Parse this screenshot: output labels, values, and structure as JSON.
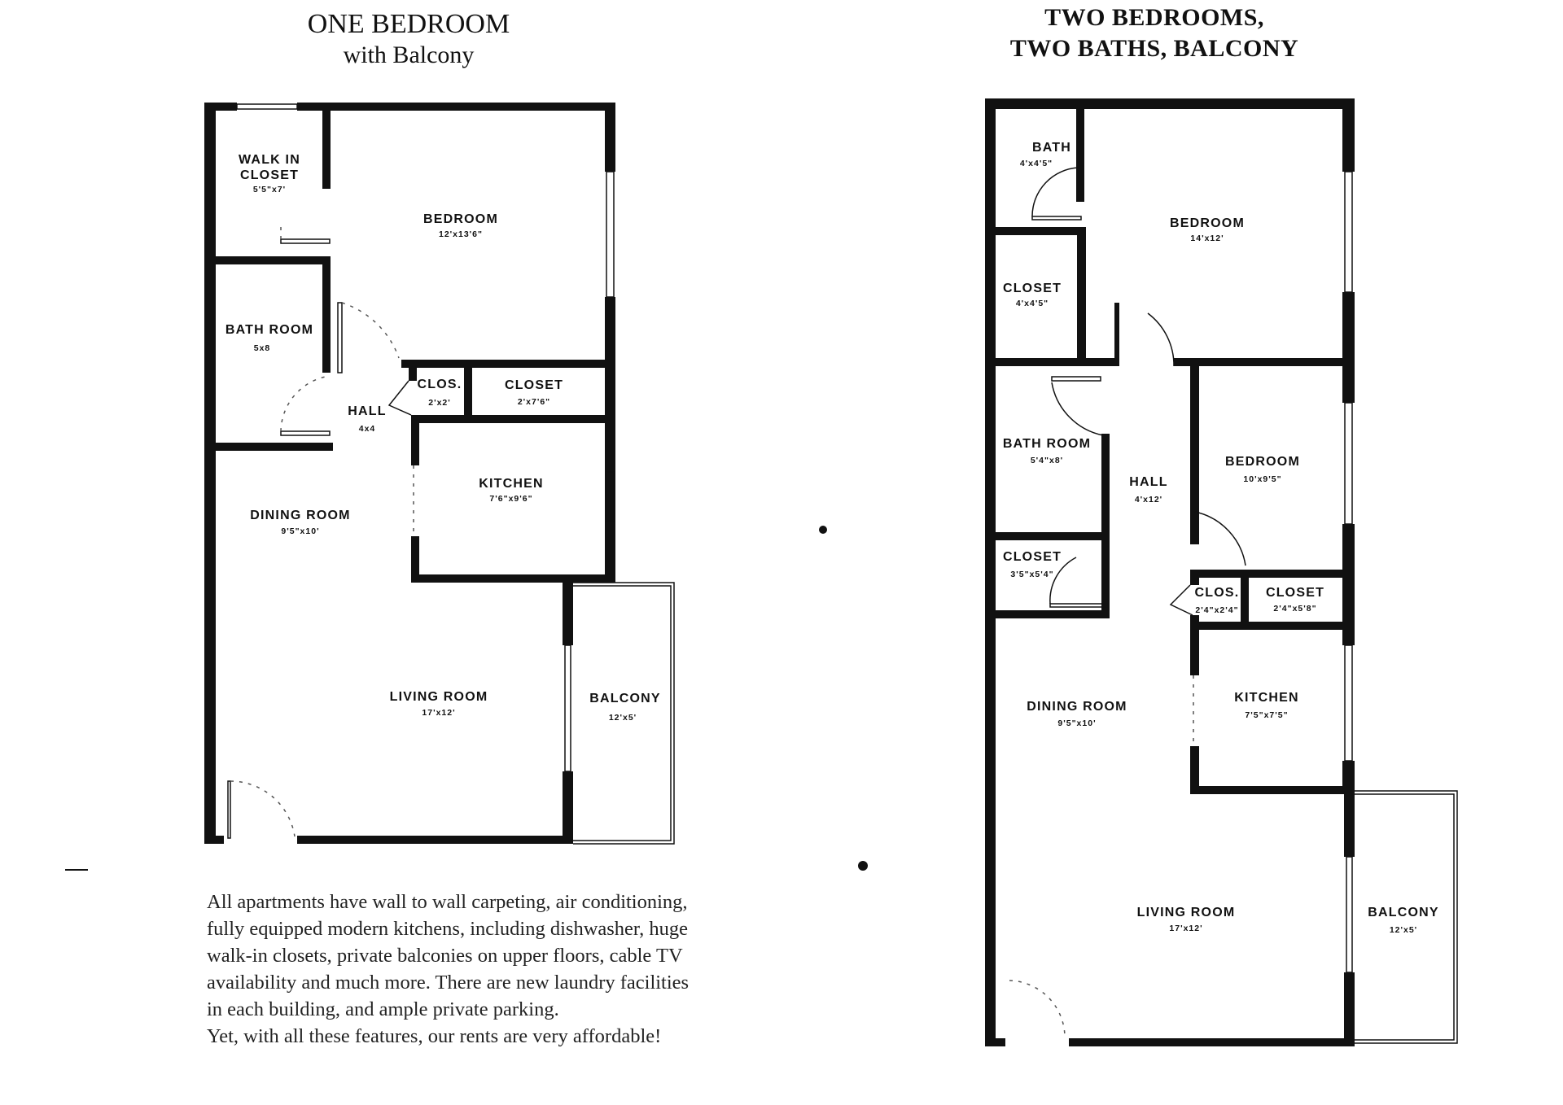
{
  "left_plan": {
    "title_line1": "ONE BEDROOM",
    "title_line2": "with Balcony",
    "rooms": [
      {
        "name": "WALK IN",
        "name2": "CLOSET",
        "dims": "5'5\"x7'"
      },
      {
        "name": "BEDROOM",
        "dims": "12'x13'6\""
      },
      {
        "name": "BATH ROOM",
        "dims": "5x8"
      },
      {
        "name": "HALL",
        "dims": "4x4"
      },
      {
        "name": "CLOS.",
        "dims": "2'x2'"
      },
      {
        "name": "CLOSET",
        "dims": "2'x7'6\""
      },
      {
        "name": "KITCHEN",
        "dims": "7'6\"x9'6\""
      },
      {
        "name": "DINING ROOM",
        "dims": "9'5\"x10'"
      },
      {
        "name": "LIVING ROOM",
        "dims": "17'x12'"
      },
      {
        "name": "BALCONY",
        "dims": "12'x5'"
      }
    ]
  },
  "right_plan": {
    "title_line1": "TWO BEDROOMS,",
    "title_line2": "TWO BATHS, BALCONY",
    "rooms": [
      {
        "name": "BATH",
        "dims": "4'x4'5\""
      },
      {
        "name": "BEDROOM",
        "dims": "14'x12'"
      },
      {
        "name": "CLOSET",
        "dims": "4'x4'5\""
      },
      {
        "name": "BATH ROOM",
        "dims": "5'4\"x8'"
      },
      {
        "name": "HALL",
        "dims": "4'x12'"
      },
      {
        "name": "BEDROOM",
        "dims": "10'x9'5\""
      },
      {
        "name": "CLOSET",
        "dims": "3'5\"x5'4\""
      },
      {
        "name": "CLOS.",
        "dims": "2'4\"x2'4\""
      },
      {
        "name": "CLOSET",
        "dims": "2'4\"x5'8\""
      },
      {
        "name": "KITCHEN",
        "dims": "7'5\"x7'5\""
      },
      {
        "name": "DINING ROOM",
        "dims": "9'5\"x10'"
      },
      {
        "name": "LIVING ROOM",
        "dims": "17'x12'"
      },
      {
        "name": "BALCONY",
        "dims": "12'x5'"
      }
    ]
  },
  "description": {
    "lines": [
      "All apartments have wall to wall carpeting, air conditioning,",
      "fully equipped modern kitchens, including dishwasher, huge",
      "walk-in closets, private balconies on upper floors, cable TV",
      "availability and much more. There are new laundry facilities",
      "in each building, and ample private parking.",
      "Yet, with all these features, our rents are very affordable!"
    ]
  }
}
